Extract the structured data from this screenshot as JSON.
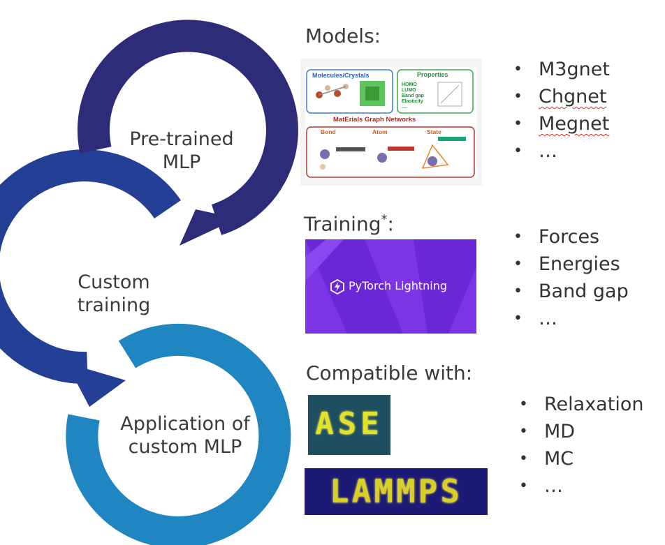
{
  "cycle": {
    "stage1": "Pre-trained MLP",
    "stage1_lines": [
      "Pre-trained",
      "MLP"
    ],
    "stage2_lines": [
      "Custom",
      "training"
    ],
    "stage3_lines": [
      "Application of",
      "custom MLP"
    ],
    "colors": {
      "stage1": "#2e2c78",
      "stage2": "#243f96",
      "stage3": "#1f86c2"
    }
  },
  "models": {
    "title": "Models:",
    "items": [
      "M3gnet",
      "Chgnet",
      "Megnet",
      "…"
    ],
    "figure": {
      "molecules_label": "Molecules/Crystals",
      "properties_label": "Properties",
      "properties_list": [
        "HOMO",
        "LUMO",
        "Band gap",
        "Elasticity",
        "...."
      ],
      "network_label": "MatErials Graph Networks",
      "bond_label": "Bond",
      "atom_label": "Atom",
      "state_label": "State"
    }
  },
  "training": {
    "title": "Training",
    "title_mark": "*",
    "title_colon": ":",
    "items": [
      "Forces",
      "Energies",
      "Band gap",
      "…"
    ],
    "logo_text": "PyTorch Lightning",
    "logo_color": "#7c35e6"
  },
  "compatible": {
    "title": "Compatible with:",
    "items": [
      "Relaxation",
      "MD",
      "MC",
      "…"
    ],
    "ase_text": "ASE",
    "lammps_text": "LAMMPS"
  }
}
